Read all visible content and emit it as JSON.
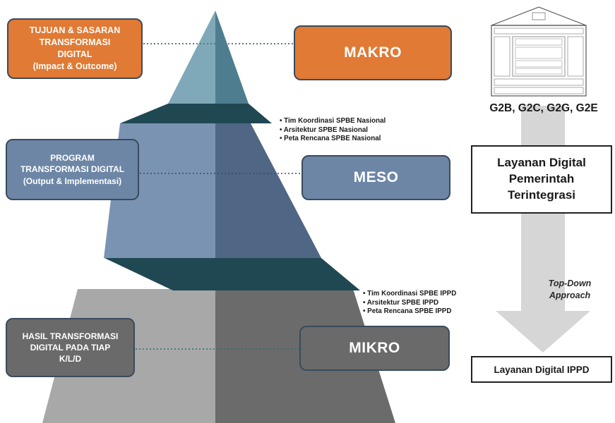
{
  "left_boxes": {
    "tujuan": "TUJUAN & SASARAN\nTRANSFORMASI\nDIGITAL\n(Impact & Outcome)",
    "program": "PROGRAM\nTRANSFORMASI DIGITAL\n(Output & Implementasi)",
    "hasil": "HASIL TRANSFORMASI\nDIGITAL PADA TIAP\nK/L/D"
  },
  "levels": {
    "makro": "MAKRO",
    "meso": "MESO",
    "mikro": "MIKRO"
  },
  "meso_bullets": [
    "Tim Koordinasi SPBE Nasional",
    "Arsitektur SPBE Nasional",
    "Peta Rencana SPBE Nasional"
  ],
  "mikro_bullets": [
    "Tim Koordinasi SPBE IPPD",
    "Arsitektur SPBE IPPD",
    "Peta Rencana SPBE IPPD"
  ],
  "right": {
    "services": "G2B, G2C, G2G, G2E",
    "layanan_title": "Layanan Digital\nPemerintah\nTerintegrasi",
    "approach": "Top-Down\nApproach",
    "ippd": "Layanan Digital IPPD"
  },
  "colors": {
    "orange": "#e07a34",
    "blue_gray": "#6d86a6",
    "gray": "#6a6a6a",
    "arrow": "#d4d4d4"
  }
}
